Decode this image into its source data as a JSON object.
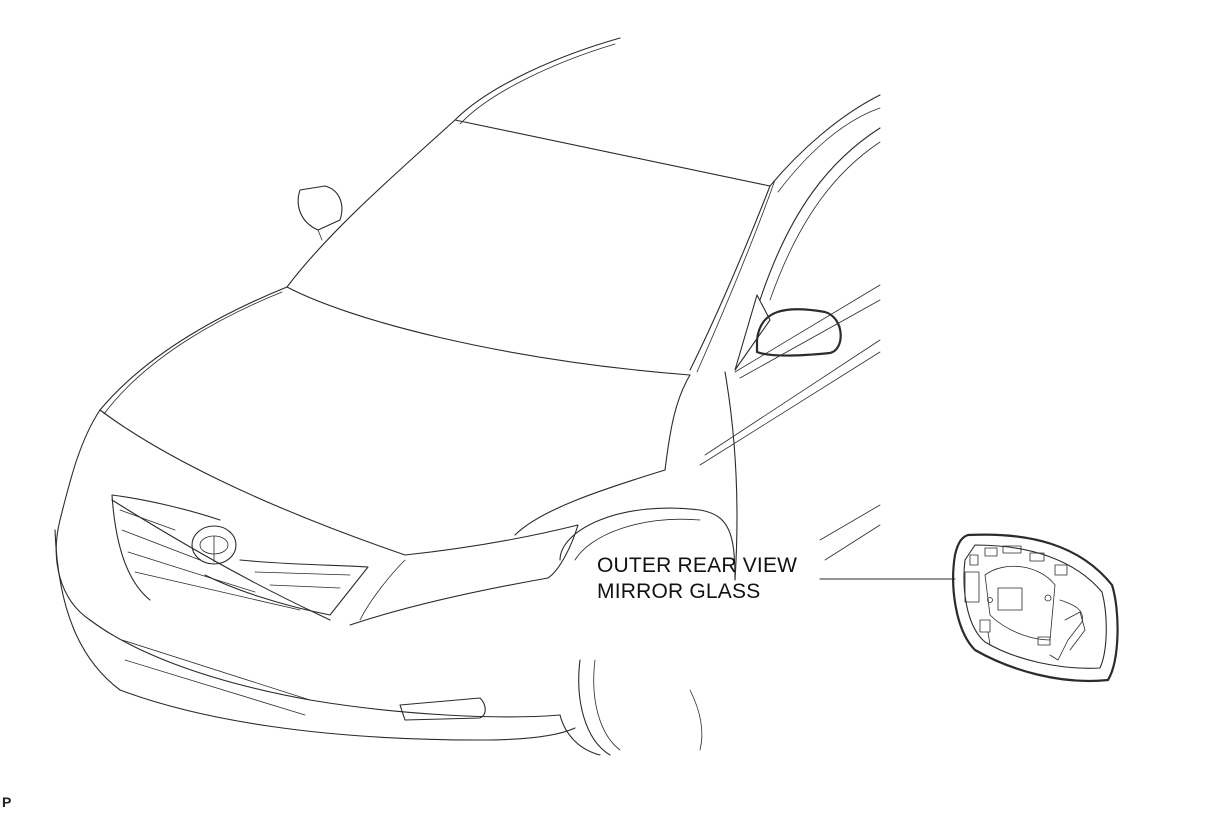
{
  "callout": {
    "line1": "OUTER REAR VIEW",
    "line2": "MIRROR GLASS"
  },
  "figure_code": "P",
  "colors": {
    "line": "#2b2b2b",
    "background": "#ffffff"
  }
}
